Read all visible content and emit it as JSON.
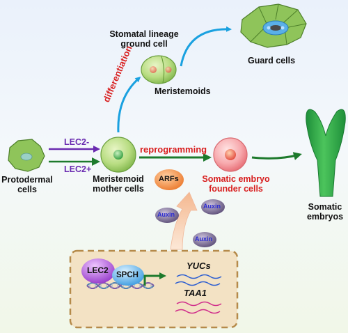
{
  "labels": {
    "stomatal_lineage": [
      "Stomatal lineage",
      "ground cell"
    ],
    "guard_cells": "Guard cells",
    "meristemoids": "Meristemoids",
    "differentiation": "differentiation",
    "lec2_minus": "LEC2-",
    "lec2_plus": "LEC2+",
    "reprogramming": "reprogramming",
    "protodermal": [
      "Protodermal",
      "cells"
    ],
    "meristemoid_mother": [
      "Meristemoid",
      "mother cells"
    ],
    "somatic_founder": [
      "Somatic embryo",
      "founder cells"
    ],
    "somatic_embryos": [
      "Somatic",
      "embryos"
    ],
    "arfs": "ARFs",
    "auxin": "Auxin",
    "lec2_protein": "LEC2",
    "spch_protein": "SPCH",
    "yucs": "YUCs",
    "taa1": "TAA1"
  },
  "colors": {
    "cell_green": "#8fc45a",
    "embryo_green": "#22a34a",
    "founder_pink": "#f07a80",
    "arrow_blue": "#1aa1e0",
    "arrow_green": "#1d7a2c",
    "red_text": "#d81e1e",
    "purple_text": "#6a2bb0",
    "box_fill": "#f3e2c4",
    "box_border": "#b58a4a",
    "lec2_protein": "#a64fd6",
    "spch_protein": "#5ab0e8",
    "arfs_orange": "#f28a3c",
    "auxin_purple": "#6d5d8a"
  }
}
